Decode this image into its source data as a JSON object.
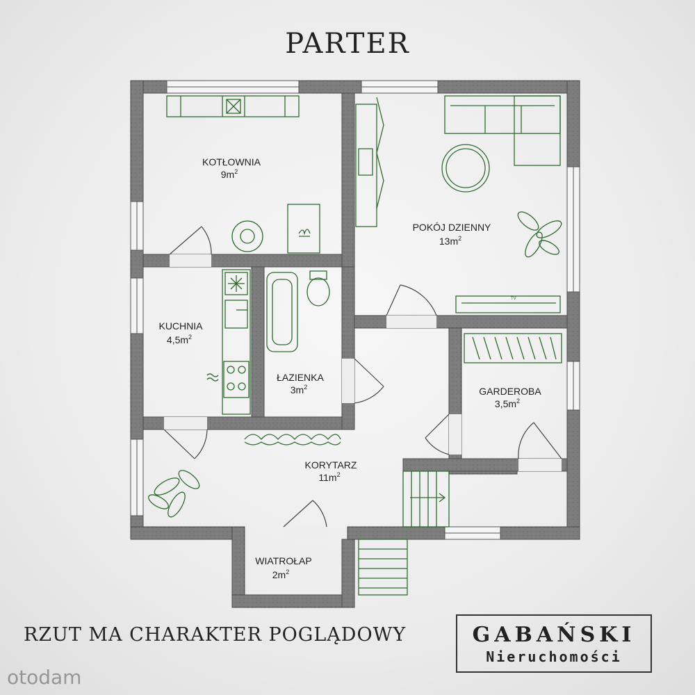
{
  "title": "PARTER",
  "rooms": [
    {
      "name": "KOTŁOWNIA",
      "area": "9m",
      "unit_sup": "2"
    },
    {
      "name": "POKÓJ DZIENNY",
      "area": "13m",
      "unit_sup": "2"
    },
    {
      "name": "KUCHNIA",
      "area": "4,5m",
      "unit_sup": "2"
    },
    {
      "name": "ŁAZIENKA",
      "area": "3m",
      "unit_sup": "2"
    },
    {
      "name": "GARDEROBA",
      "area": "3,5m",
      "unit_sup": "2"
    },
    {
      "name": "KORYTARZ",
      "area": "11m",
      "unit_sup": "2"
    },
    {
      "name": "WIATROŁAP",
      "area": "2m",
      "unit_sup": "2"
    }
  ],
  "labels": {
    "tv": "TV"
  },
  "disclaimer": "RZUT MA CHARAKTER POGLĄDOWY",
  "brand": {
    "name": "GABAŃSKI",
    "subtitle": "Nieruchomości"
  },
  "watermark": "otodam",
  "colors": {
    "wall": "#7a7a7a",
    "furniture": "#2f6b2f",
    "background": "#ececec"
  }
}
